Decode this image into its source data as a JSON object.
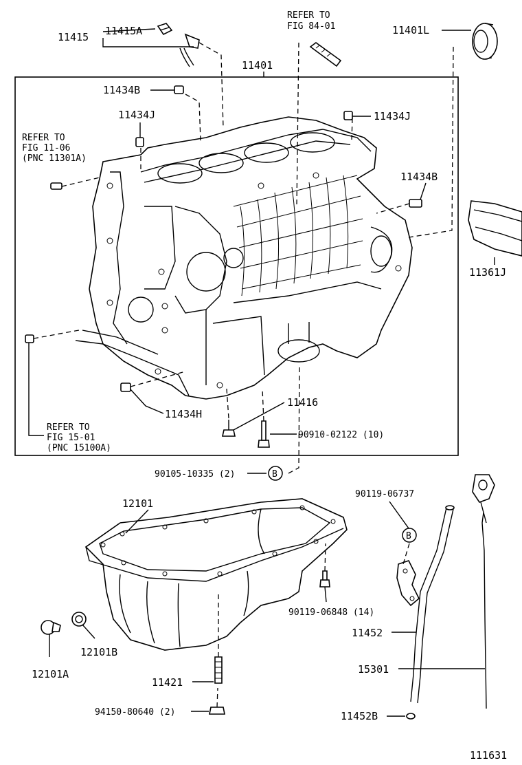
{
  "labels": {
    "p11415": "11415",
    "p11415A": "11415A",
    "refer84_1": "REFER TO",
    "refer84_2": "FIG 84-01",
    "p11401L": "11401L",
    "p11401": "11401",
    "p11434B_top": "11434B",
    "p11434J_left": "11434J",
    "p11434J_right": "11434J",
    "refer11_1": "REFER TO",
    "refer11_2": "FIG 11-06",
    "refer11_3": "(PNC 11301A)",
    "p11434B_right": "11434B",
    "p11361J": "11361J",
    "p11434H": "11434H",
    "p11416": "11416",
    "p90910": "90910-02122 (10)",
    "refer15_1": "REFER TO",
    "refer15_2": "FIG 15-01",
    "refer15_3": "(PNC 15100A)",
    "p90105": "90105-10335 (2)",
    "markerB1": "B",
    "p12101": "12101",
    "p90119_06737": "90119-06737",
    "markerB2": "B",
    "p90119_06848": "90119-06848 (14)",
    "p11452": "11452",
    "p12101A": "12101A",
    "p12101B": "12101B",
    "p15301": "15301",
    "p11421": "11421",
    "p94150": "94150-80640 (2)",
    "p11452B": "11452B",
    "figure_number": "111631"
  }
}
